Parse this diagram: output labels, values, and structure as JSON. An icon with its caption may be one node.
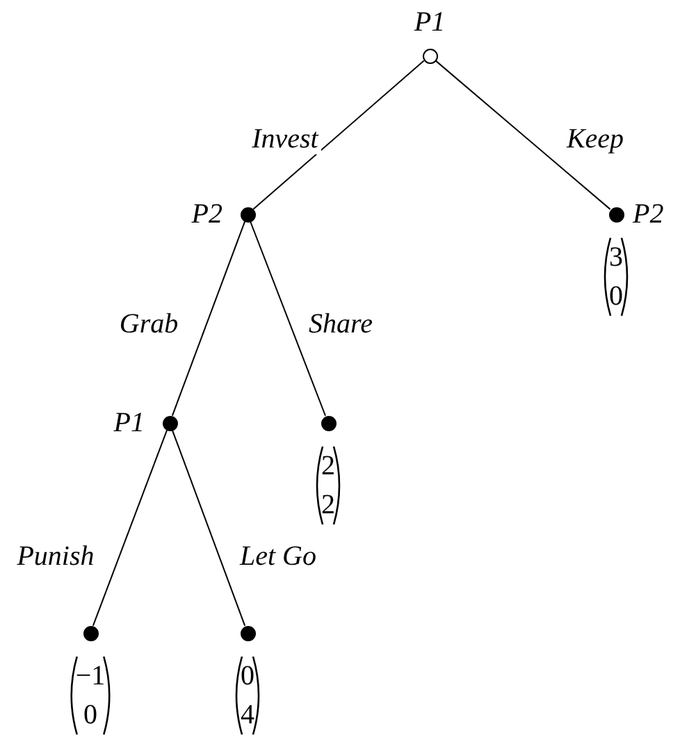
{
  "diagram": {
    "nodes": [
      {
        "text": [],
        "shape": "circle",
        "beside": [
          "P1"
        ]
      },
      {
        "text": [],
        "shape": "circle",
        "beside": [
          "P2"
        ]
      },
      {
        "text": [],
        "shape": "circle",
        "beside": [
          "P2",
          "3 0"
        ]
      },
      {
        "text": [],
        "shape": "circle",
        "beside": [
          "P1"
        ]
      },
      {
        "text": [],
        "shape": "circle",
        "beside": [
          "2 2"
        ]
      },
      {
        "text": [],
        "shape": "circle",
        "beside": [
          "−1 0"
        ]
      },
      {
        "text": [],
        "shape": "circle",
        "beside": [
          "0 4"
        ]
      }
    ],
    "edges": [
      {
        "from": 0,
        "to": 1,
        "arrow": "none",
        "label": "Invest"
      },
      {
        "from": 0,
        "to": 2,
        "arrow": "none",
        "label": "Keep"
      },
      {
        "from": 1,
        "to": 3,
        "arrow": "none",
        "label": "Grab"
      },
      {
        "from": 1,
        "to": 4,
        "arrow": "none",
        "label": "Share"
      },
      {
        "from": 3,
        "to": 5,
        "arrow": "none",
        "label": "Punish"
      },
      {
        "from": 3,
        "to": 6,
        "arrow": "none",
        "label": "Let Go"
      }
    ]
  }
}
